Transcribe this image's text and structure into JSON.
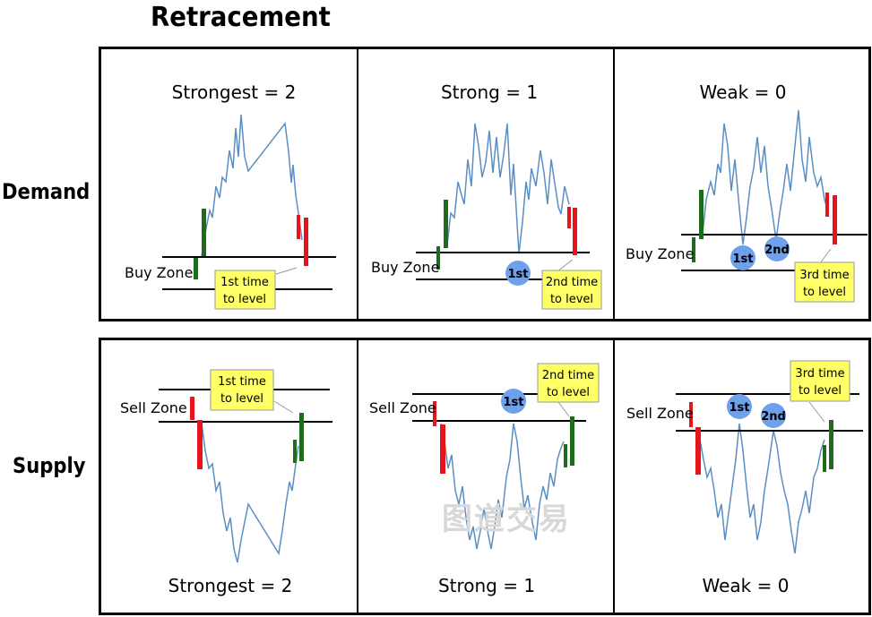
{
  "title": "Retracement",
  "rows": {
    "demand": "Demand",
    "supply": "Supply"
  },
  "panels": {
    "demand_strongest": {
      "title": "Strongest = 2",
      "zone_label": "Buy Zone",
      "note_line1": "1st time",
      "note_line2": "to level"
    },
    "demand_strong": {
      "title": "Strong = 1",
      "zone_label": "Buy Zone",
      "badge1": "1st",
      "note_line1": "2nd time",
      "note_line2": "to level"
    },
    "demand_weak": {
      "title": "Weak = 0",
      "zone_label": "Buy Zone",
      "badge1": "1st",
      "badge2": "2nd",
      "note_line1": "3rd time",
      "note_line2": "to level"
    },
    "supply_strongest": {
      "title": "Strongest = 2",
      "zone_label": "Sell Zone",
      "note_line1": "1st time",
      "note_line2": "to level"
    },
    "supply_strong": {
      "title": "Strong = 1",
      "zone_label": "Sell Zone",
      "badge1": "1st",
      "note_line1": "2nd time",
      "note_line2": "to level"
    },
    "supply_weak": {
      "title": "Weak = 0",
      "zone_label": "Sell Zone",
      "badge1": "1st",
      "badge2": "2nd",
      "note_line1": "3rd time",
      "note_line2": "to level"
    }
  },
  "watermark": "图道交易",
  "colors": {
    "price_line": "#5b8ec4",
    "bull_candle": "#1e6b1e",
    "bear_candle": "#e8141b",
    "note_fill": "#ffff66",
    "badge_fill": "#6fa0ec"
  }
}
